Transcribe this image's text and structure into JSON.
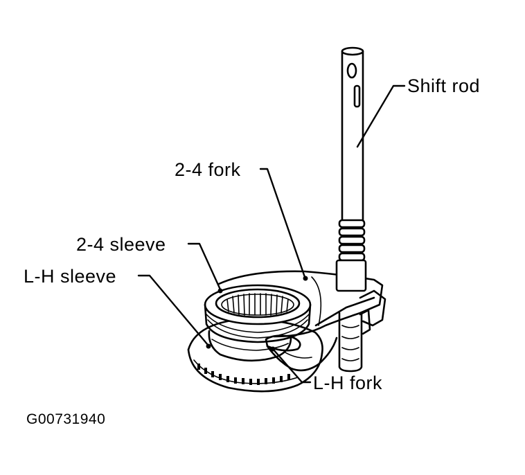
{
  "figure_id": "G00731940",
  "labels": {
    "shift_rod": "Shift rod",
    "fork_2_4": "2-4 fork",
    "sleeve_2_4": "2-4 sleeve",
    "lh_sleeve": "L-H sleeve",
    "lh_fork": "L-H fork"
  }
}
